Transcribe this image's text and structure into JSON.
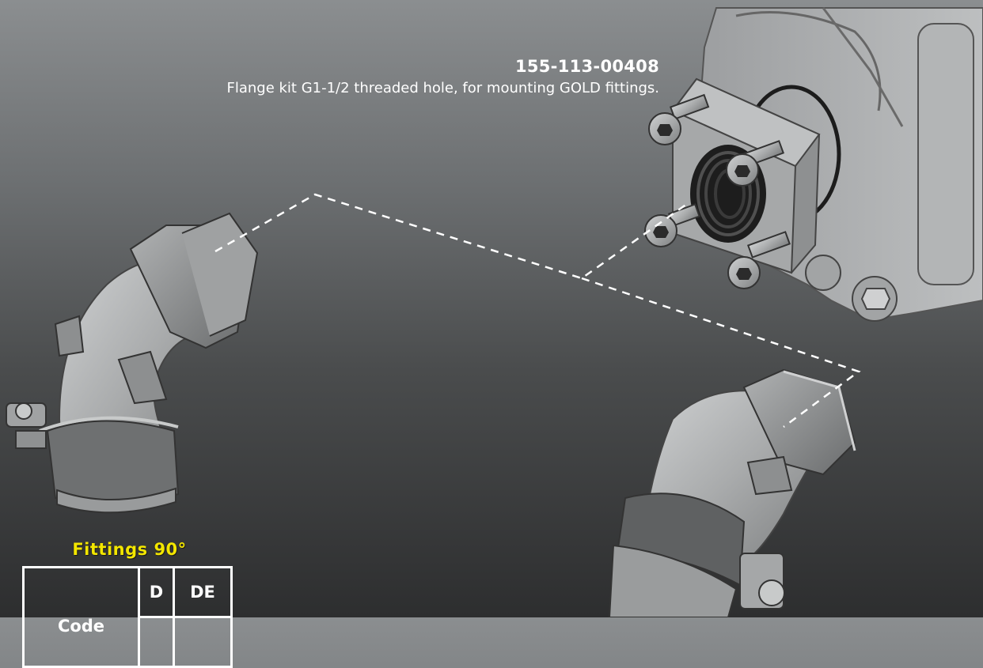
{
  "part": {
    "code": "155-113-00408",
    "description": "Flange kit G1-1/2 threaded hole, for mounting GOLD fittings."
  },
  "fittings_table": {
    "title": "Fittings 90°",
    "columns": [
      "Code",
      "D",
      "DE"
    ]
  },
  "colors": {
    "title_accent": "#f3e600",
    "text": "#ffffff"
  },
  "icons": [
    "flange-assembly",
    "fitting-90-degree",
    "fitting-45-degree",
    "dashed-connector-line"
  ]
}
